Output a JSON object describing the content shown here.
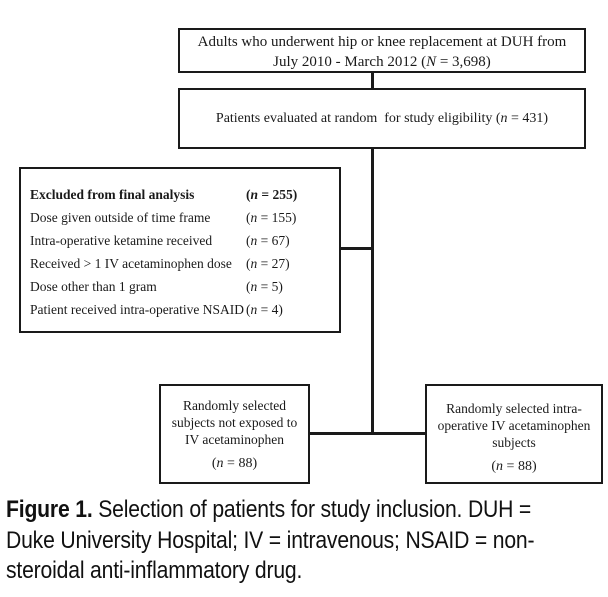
{
  "figure": {
    "colors": {
      "border": "#1a1a1a",
      "text": "#1a1a1a",
      "background": "#ffffff"
    },
    "boxes": {
      "top": {
        "line1": "Adults who underwent hip or knee replacement at DUH from",
        "line2_pre": "July 2010 - March 2012 (",
        "line2_var": "N",
        "line2_post": " = 3,698)"
      },
      "eligibility": {
        "pre": "Patients evaluated at random  for study eligibility (",
        "var": "n",
        "post": " = 431)"
      },
      "excluded": {
        "rows": [
          {
            "label": "Excluded from final analysis",
            "open": "(",
            "var": "n",
            "post": " = 255)"
          },
          {
            "label": "Dose given outside of time frame",
            "open": "(",
            "var": "n",
            "post": " = 155)"
          },
          {
            "label": "Intra-operative ketamine received",
            "open": "(",
            "var": "n",
            "post": " = 67)"
          },
          {
            "label": "Received > 1 IV acetaminophen dose",
            "open": "(",
            "var": "n",
            "post": " = 27)"
          },
          {
            "label": "Dose other than 1 gram",
            "open": "(",
            "var": "n",
            "post": " = 5)"
          },
          {
            "label": "Patient received intra-operative NSAID",
            "open": "(",
            "var": "n",
            "post": " = 4)"
          }
        ]
      },
      "control": {
        "line1": "Randomly selected",
        "line2": "subjects not exposed to",
        "line3": "IV acetaminophen",
        "n_open": "(",
        "n_var": "n",
        "n_post": " = 88)"
      },
      "treatment": {
        "line1": "Randomly selected intra-",
        "line2": "operative IV acetaminophen",
        "line3": "subjects",
        "n_open": "(",
        "n_var": "n",
        "n_post": " = 88)"
      }
    },
    "caption": {
      "label": "Figure 1.",
      "line1_rest": " Selection of patients for study inclusion. DUH =",
      "line2": "Duke University Hospital; IV = intravenous; NSAID = non-",
      "line3": "steroidal anti-inflammatory drug."
    }
  }
}
